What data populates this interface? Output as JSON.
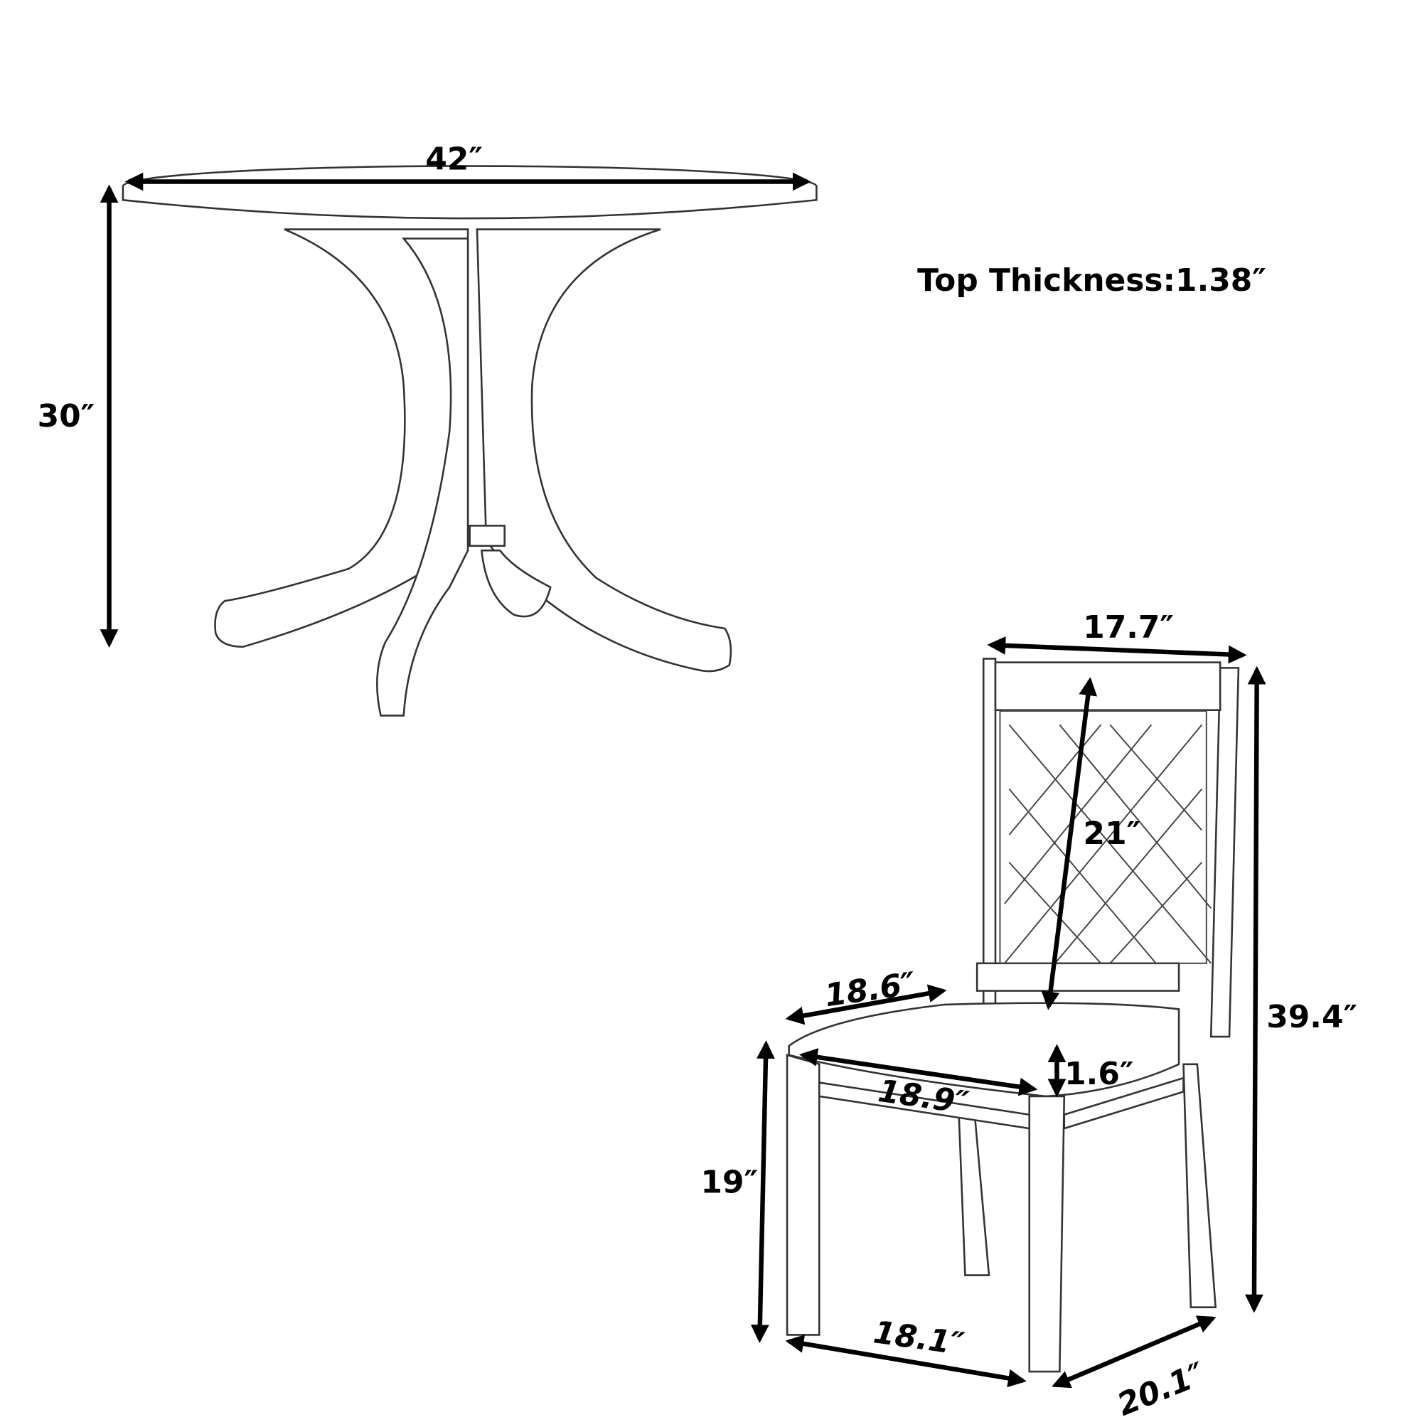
{
  "table": {
    "width_label": "42″",
    "height_label": "30″",
    "top_thickness_label": "Top Thickness:1.38″"
  },
  "chair": {
    "back_width_label": "17.7″",
    "back_height_label": "21″",
    "overall_height_label": "39.4″",
    "seat_depth_label": "18.6″",
    "seat_thickness_label": "1.6″",
    "seat_width_label": "18.9″",
    "seat_height_label": "19″",
    "base_width_label": "18.1″",
    "base_depth_label": "20.1″"
  },
  "colors": {
    "line": "#000000",
    "background": "#ffffff"
  }
}
